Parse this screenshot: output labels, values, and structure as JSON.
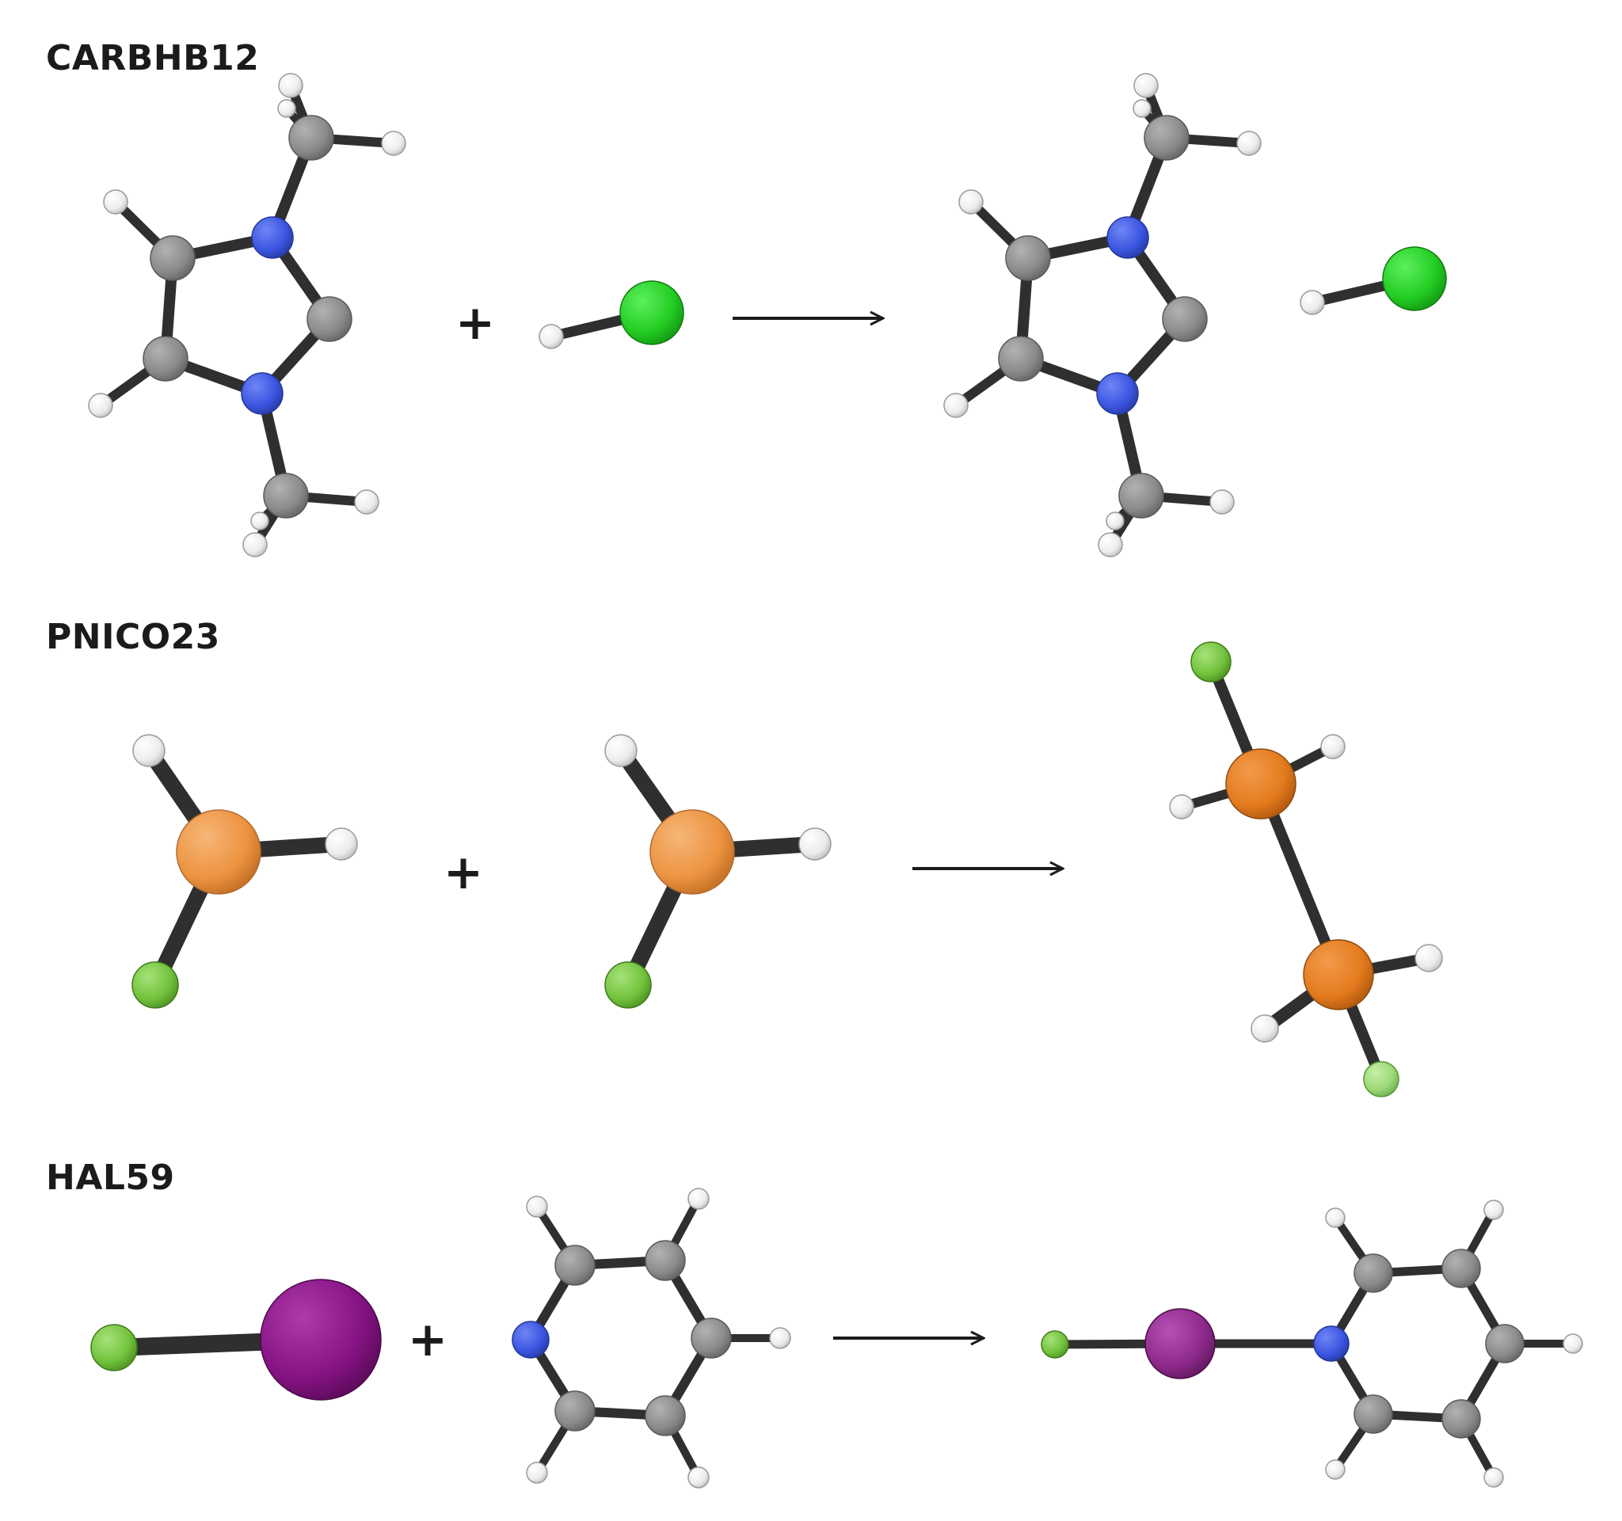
{
  "reactions": [
    {
      "label": "CARBHB12",
      "plus": "+",
      "reactants": [
        "imidazolium-carbene",
        "hydrogen-chloride"
      ],
      "products": [
        "carbene-hcl-complex"
      ]
    },
    {
      "label": "PNICO23",
      "plus": "+",
      "reactants": [
        "ph2f-monomer",
        "ph2f-monomer"
      ],
      "products": [
        "ph2f-dimer"
      ]
    },
    {
      "label": "HAL59",
      "plus": "+",
      "reactants": [
        "iodine-fluoride",
        "pyridine"
      ],
      "products": [
        "pyridine-if-complex"
      ]
    }
  ],
  "element_colors": {
    "carbon": "#8c8c8c",
    "hydrogen": "#eeeeee",
    "nitrogen": "#3a55e0",
    "chlorine": "#22cc22",
    "phosphorus": "#ec9340",
    "phosphorus_dimer": "#e47b1e",
    "fluorine": "#72c23c",
    "iodine": "#861384",
    "bond": "#2f2f2f"
  }
}
